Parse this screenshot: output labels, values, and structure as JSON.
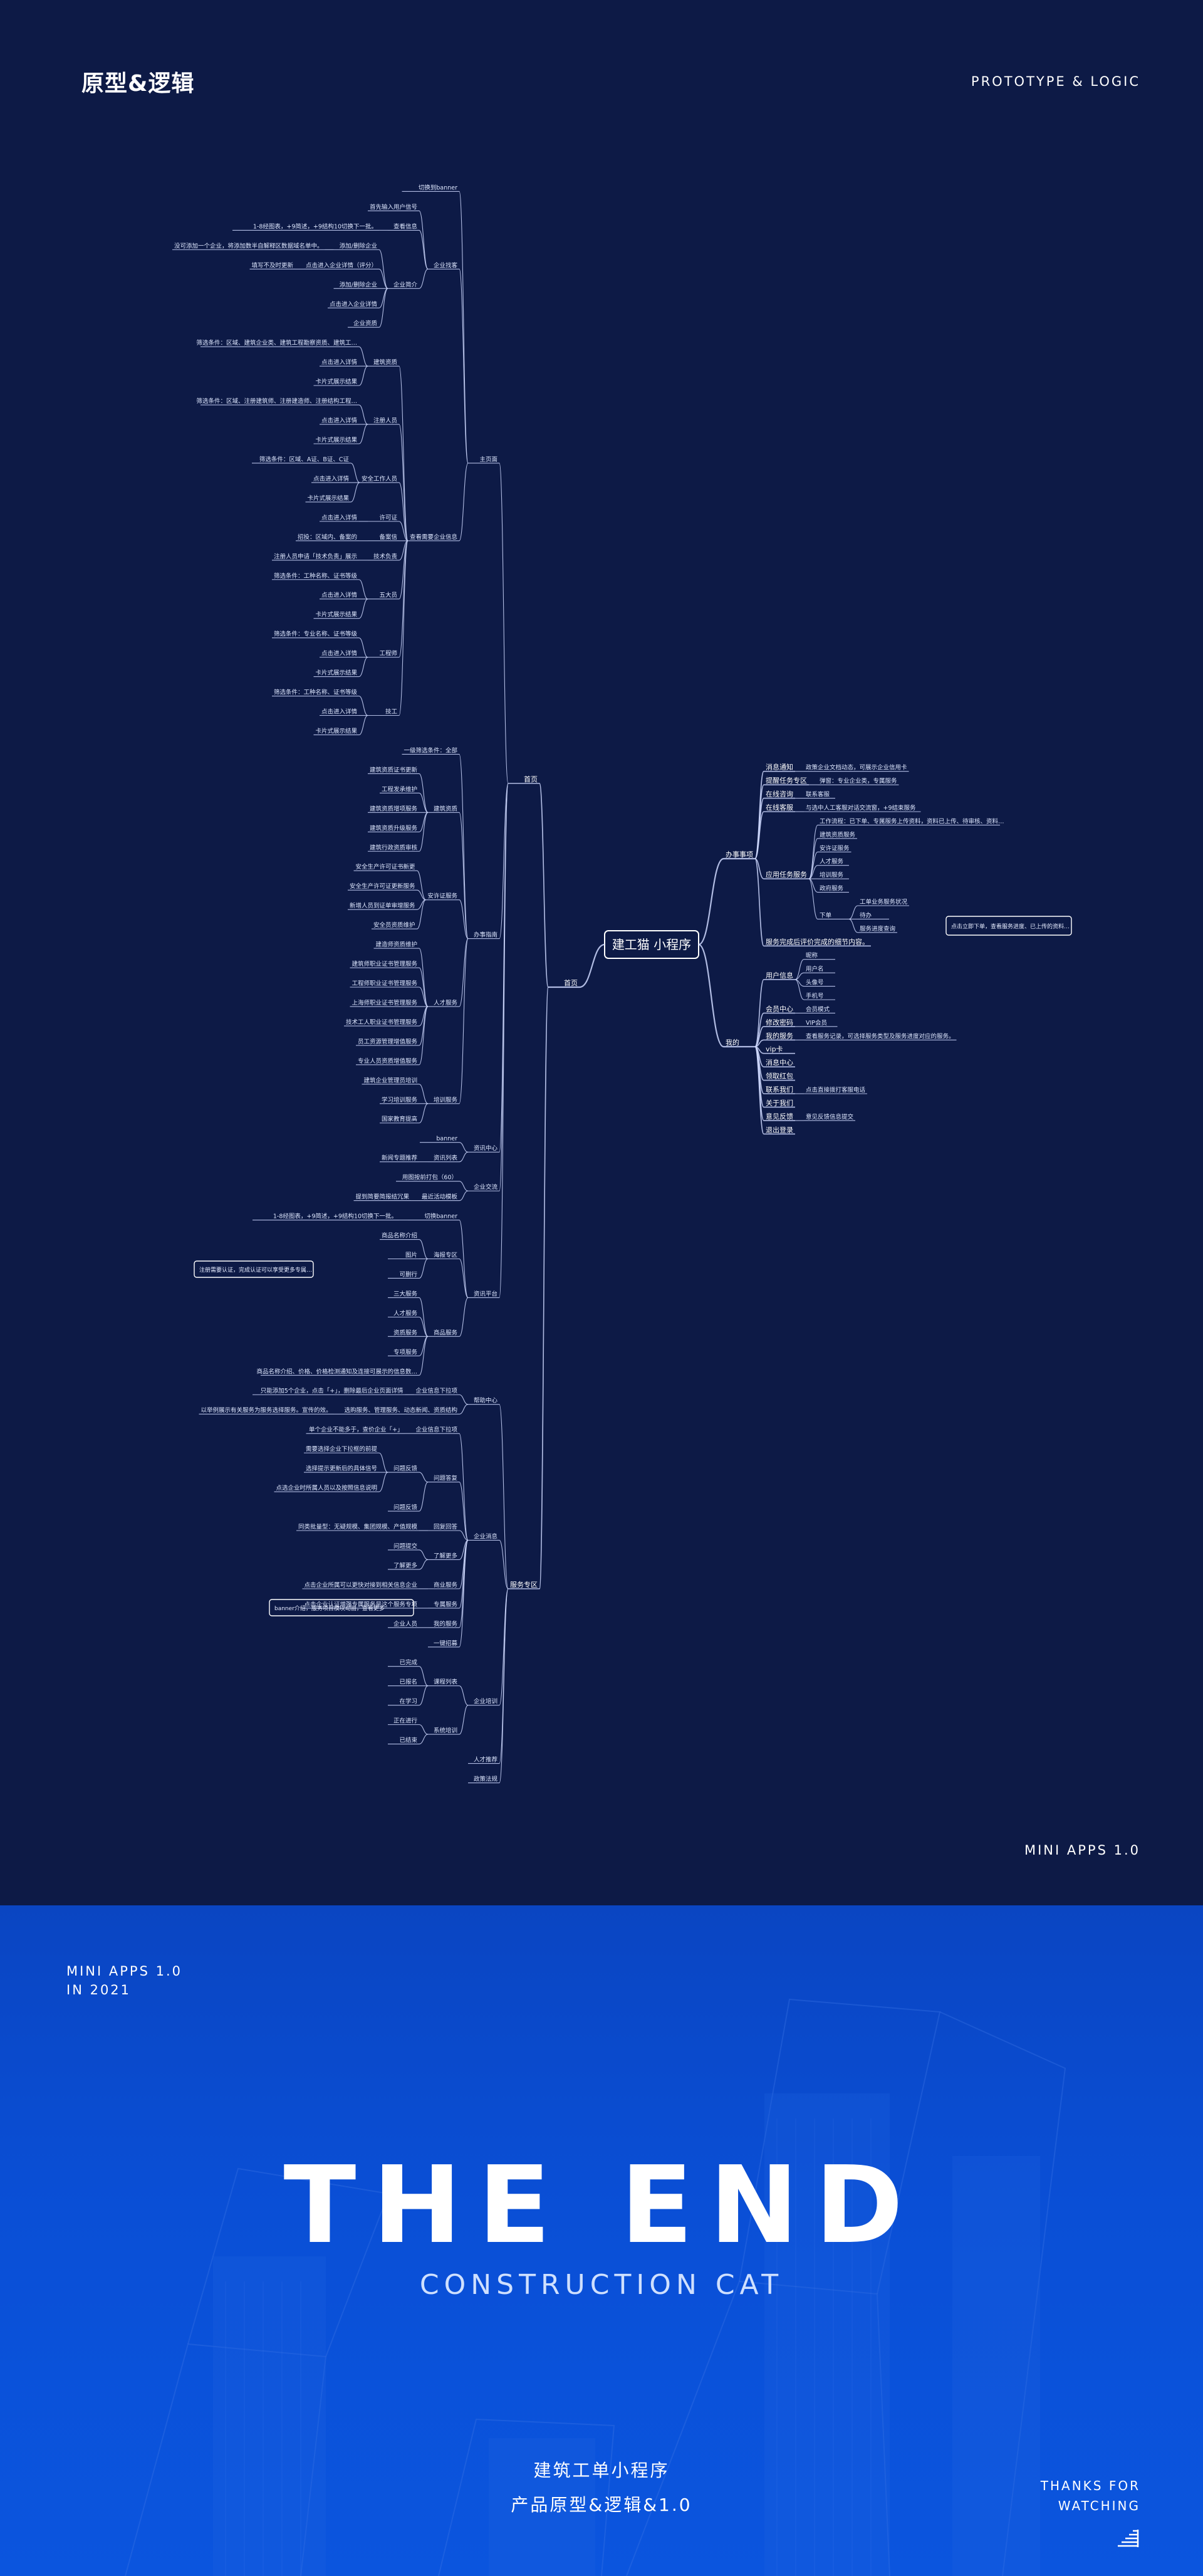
{
  "header": {
    "title": "原型&逻辑",
    "subtitle": "PROTOTYPE & LOGIC"
  },
  "mini_label": "MINI APPS 1.0",
  "mindmap": {
    "root": "建工猫 小程序",
    "left": [
      {
        "label": "首页",
        "children": [
          {
            "label": "首页",
            "children": [
              {
                "label": "主页面",
                "children": [
                  {
                    "label": "切换到banner"
                  },
                  {
                    "label": "企业找客",
                    "children": [
                      {
                        "label": "首先输入用户信号"
                      },
                      {
                        "label": "查看信息",
                        "children": [
                          {
                            "label": "1-8经图表，+9简述，+9结构10切换下一批。"
                          }
                        ]
                      },
                      {
                        "label": "企业简介",
                        "children": [
                          {
                            "label": "添加/删除企业",
                            "children": [
                              {
                                "label": "没可添加一个企业，将添加数半自解释区数据域名单中。"
                              }
                            ]
                          },
                          {
                            "label": "点击进入企业详情（评分）",
                            "children": [
                              {
                                "label": "填写不及时更新"
                              }
                            ]
                          },
                          {
                            "label": "添加/删除企业"
                          },
                          {
                            "label": "点击进入企业详情"
                          },
                          {
                            "label": "企业资质"
                          }
                        ]
                      }
                    ]
                  },
                  {
                    "label": "查看需要企业信息",
                    "children": [
                      {
                        "label": "建筑资质",
                        "children": [
                          {
                            "label": "筛选条件：区域、建筑企业类、建筑工程勘察资质、建筑工程设计资质、建筑工程设计资质、建筑工程结构外资质。"
                          },
                          {
                            "label": "点击进入详情"
                          },
                          {
                            "label": "卡片式展示结果"
                          }
                        ]
                      },
                      {
                        "label": "注册人员",
                        "children": [
                          {
                            "label": "筛选条件：区域、注册建筑师、注册建造师、注册结构工程师"
                          },
                          {
                            "label": "点击进入详情"
                          },
                          {
                            "label": "卡片式展示结果"
                          }
                        ]
                      },
                      {
                        "label": "安全工作人员",
                        "children": [
                          {
                            "label": "筛选条件：区域、A证、B证、C证"
                          },
                          {
                            "label": "点击进入详情"
                          },
                          {
                            "label": "卡片式展示结果"
                          }
                        ]
                      },
                      {
                        "label": "许可证",
                        "children": [
                          {
                            "label": "点击进入详情"
                          }
                        ]
                      },
                      {
                        "label": "备案信",
                        "children": [
                          {
                            "label": "招投：区域内、备案的"
                          }
                        ]
                      },
                      {
                        "label": "技术负责",
                        "children": [
                          {
                            "label": "注册人员申请「技术负责」展示"
                          }
                        ]
                      },
                      {
                        "label": "五大员",
                        "children": [
                          {
                            "label": "筛选条件：工种名称、证书等级"
                          },
                          {
                            "label": "点击进入详情"
                          },
                          {
                            "label": "卡片式展示结果"
                          }
                        ]
                      },
                      {
                        "label": "工程师",
                        "children": [
                          {
                            "label": "筛选条件：专业名称、证书等级"
                          },
                          {
                            "label": "点击进入详情"
                          },
                          {
                            "label": "卡片式展示结果"
                          }
                        ]
                      },
                      {
                        "label": "技工",
                        "children": [
                          {
                            "label": "筛选条件：工种名称、证书等级"
                          },
                          {
                            "label": "点击进入详情"
                          },
                          {
                            "label": "卡片式展示结果"
                          }
                        ]
                      }
                    ]
                  }
                ]
              },
              {
                "label": "办事指南",
                "children": [
                  {
                    "label": "一级筛选条件：全部"
                  },
                  {
                    "label": "建筑资质",
                    "children": [
                      {
                        "label": "建筑资质证书更新"
                      },
                      {
                        "label": "工程发承维护"
                      },
                      {
                        "label": "建筑资质增项服务"
                      },
                      {
                        "label": "建筑资质升级服务"
                      },
                      {
                        "label": "建筑行政资质审核"
                      }
                    ]
                  },
                  {
                    "label": "安许证服务",
                    "children": [
                      {
                        "label": "安全生产许可证书新更"
                      },
                      {
                        "label": "安全生产许可证更新服务"
                      },
                      {
                        "label": "新增人员到证单审增服务"
                      },
                      {
                        "label": "安全员资质维护"
                      }
                    ]
                  },
                  {
                    "label": "人才服务",
                    "children": [
                      {
                        "label": "建造师资质维护"
                      },
                      {
                        "label": "建筑师职业证书管理服务"
                      },
                      {
                        "label": "工程师职业证书管理服务"
                      },
                      {
                        "label": "上海师职业证书管理服务"
                      },
                      {
                        "label": "技术工人职业证书管理服务"
                      },
                      {
                        "label": "员工资源管理增值服务"
                      },
                      {
                        "label": "专业人员资质增值服务"
                      }
                    ]
                  },
                  {
                    "label": "培训服务",
                    "children": [
                      {
                        "label": "建筑企业管理员培训"
                      },
                      {
                        "label": "学习培训服务"
                      },
                      {
                        "label": "国家教育提高"
                      }
                    ]
                  }
                ]
              },
              {
                "label": "资讯中心",
                "children": [
                  {
                    "label": "banner"
                  },
                  {
                    "label": "资讯列表",
                    "children": [
                      {
                        "label": "新闻专题推荐"
                      }
                    ]
                  }
                ]
              },
              {
                "label": "企业交流",
                "children": [
                  {
                    "label": "用图按前打包（60）"
                  },
                  {
                    "label": "最近活动模板",
                    "children": [
                      {
                        "label": "提到简要简报结冗果"
                      }
                    ]
                  }
                ]
              },
              {
                "label": "资讯平台",
                "children": [
                  {
                    "label": "切换banner",
                    "children": [
                      {
                        "label": "1-8经图表，+9简述，+9结构10切换下一批。"
                      }
                    ]
                  },
                  {
                    "label": "海报专区",
                    "children": [
                      {
                        "label": "商品名称介绍"
                      },
                      {
                        "label": "图片"
                      },
                      {
                        "label": "可删行"
                      }
                    ]
                  },
                  {
                    "label": "商品服务",
                    "children": [
                      {
                        "label": "三大服务"
                      },
                      {
                        "label": "人才服务"
                      },
                      {
                        "label": "资质服务"
                      },
                      {
                        "label": "专项服务"
                      },
                      {
                        "label": "商品名称介绍、价格、价格检测通知及连接可展示的信息数量、进行显示。"
                      }
                    ]
                  }
                ]
              }
            ]
          },
          {
            "label": "服务专区",
            "children": [
              {
                "label": "帮助中心",
                "children": [
                  {
                    "label": "企业信息下拉项",
                    "children": [
                      {
                        "label": "只能添加5个企业，点击「+」，删除最后企业页面详情"
                      }
                    ]
                  },
                  {
                    "label": "选购服务、管理服务、动态新闻、资质结构",
                    "children": [
                      {
                        "label": "以举例展示有关服务为服务选择服务。宣传的效。"
                      }
                    ]
                  }
                ]
              },
              {
                "label": "企业消息",
                "children": [
                  {
                    "label": "企业信息下拉项",
                    "children": [
                      {
                        "label": "单个企业不能多于，查价企业「+」"
                      }
                    ]
                  },
                  {
                    "label": "问题答复",
                    "children": [
                      {
                        "label": "问题反馈",
                        "children": [
                          {
                            "label": "需要选择企业下拉框的前提"
                          },
                          {
                            "label": "选择提示更新后的具体信号"
                          },
                          {
                            "label": "点选企业时所属人员以及按照信息说明"
                          }
                        ]
                      },
                      {
                        "label": "问题反馈"
                      }
                    ]
                  },
                  {
                    "label": "回复回答",
                    "children": [
                      {
                        "label": "同类批量型：无疑规模、集团规模、产值规模"
                      }
                    ]
                  },
                  {
                    "label": "了解更多",
                    "children": [
                      {
                        "label": "问题提交"
                      },
                      {
                        "label": "了解更多"
                      }
                    ]
                  },
                  {
                    "label": "商业服务",
                    "children": [
                      {
                        "label": "点击企业所属可以更快对接到相关信息企业"
                      }
                    ]
                  },
                  {
                    "label": "专属服务",
                    "children": [
                      {
                        "label": "点击企业认证增强专属服务是这个服务专项"
                      }
                    ]
                  },
                  {
                    "label": "我的服务",
                    "children": [
                      {
                        "label": "企业人员"
                      }
                    ]
                  },
                  {
                    "label": "一键招募"
                  }
                ]
              },
              {
                "label": "企业培训",
                "children": [
                  {
                    "label": "课程列表",
                    "children": [
                      {
                        "label": "已完成"
                      },
                      {
                        "label": "已报名"
                      },
                      {
                        "label": "在学习"
                      }
                    ]
                  },
                  {
                    "label": "系统培训",
                    "children": [
                      {
                        "label": "正在进行"
                      },
                      {
                        "label": "已结束"
                      }
                    ]
                  }
                ]
              },
              {
                "label": "人才推荐"
              },
              {
                "label": "政策法规"
              }
            ]
          }
        ]
      }
    ],
    "right": [
      {
        "label": "办事事项",
        "children": [
          {
            "label": "消息通知",
            "children": [
              {
                "label": "政策企业文档动态，可展示企业信用卡"
              }
            ]
          },
          {
            "label": "提醒任务专区",
            "children": [
              {
                "label": "弹窗：专业企业类，专属服务"
              }
            ]
          },
          {
            "label": "在线咨询",
            "children": [
              {
                "label": "联系客服"
              }
            ]
          },
          {
            "label": "在线客服",
            "children": [
              {
                "label": "与选中人工客服对话交流窗，+9结束服务"
              }
            ]
          },
          {
            "label": "应用任务服务",
            "children": [
              {
                "label": "工作流程：已下单、专属服务上传资料，资料已上传、待审核、资料已受理，专属服务服务中，专属服务已完成。"
              },
              {
                "label": "建筑资质服务"
              },
              {
                "label": "安许证服务"
              },
              {
                "label": "人才服务"
              },
              {
                "label": "培训服务"
              },
              {
                "label": "政府服务"
              },
              {
                "label": "下单",
                "children": [
                  {
                    "label": "工单业务服务状况"
                  },
                  {
                    "label": "待办"
                  },
                  {
                    "label": "服务进度查询"
                  }
                ]
              }
            ]
          },
          {
            "label": "服务完成后评价完成的细节内容。"
          }
        ]
      },
      {
        "label": "我的",
        "children": [
          {
            "label": "用户信息",
            "children": [
              {
                "label": "昵称"
              },
              {
                "label": "用户名"
              },
              {
                "label": "头像号"
              },
              {
                "label": "手机号"
              }
            ]
          },
          {
            "label": "会员中心",
            "children": [
              {
                "label": "会员模式"
              }
            ]
          },
          {
            "label": "修改密码",
            "children": [
              {
                "label": "VIP会员"
              }
            ]
          },
          {
            "label": "我的服务",
            "children": [
              {
                "label": "查看服务记录，可选择服务类型及服务进度对应的服务。"
              }
            ]
          },
          {
            "label": "vip卡"
          },
          {
            "label": "消息中心"
          },
          {
            "label": "领取红包"
          },
          {
            "label": "联系我们",
            "children": [
              {
                "label": "点击直接拨打客服电话"
              }
            ]
          },
          {
            "label": "关于我们"
          },
          {
            "label": "意见反馈",
            "children": [
              {
                "label": "意见反馈信息提交"
              }
            ]
          },
          {
            "label": "退出登录"
          }
        ]
      }
    ],
    "notes": {
      "left_note1": "切换到banner",
      "left_note2": "点击进入企业详情。",
      "bottom_note": "banner介绍，服务项目模块动画，查看更多",
      "info1": "点击立即下单，查看服务进度、已上传的资料以及审核结果",
      "info2": "注册需要认证，完成认证可以享受更多专属服务"
    }
  },
  "footer": {
    "mini": "MINI APPS 1.0",
    "year": "IN 2021",
    "end": "THE END",
    "sub": "CONSTRUCTION CAT",
    "cn1": "建筑工单小程序",
    "cn2": "产品原型&逻辑&1.0",
    "thanks1": "THANKS FOR",
    "thanks2": "WATCHING"
  },
  "colors": {
    "bg_top": "#0d1a46",
    "bg_bottom": "#0b55de",
    "line": "#cfd9ff",
    "accent_box": "#1a3f78"
  }
}
